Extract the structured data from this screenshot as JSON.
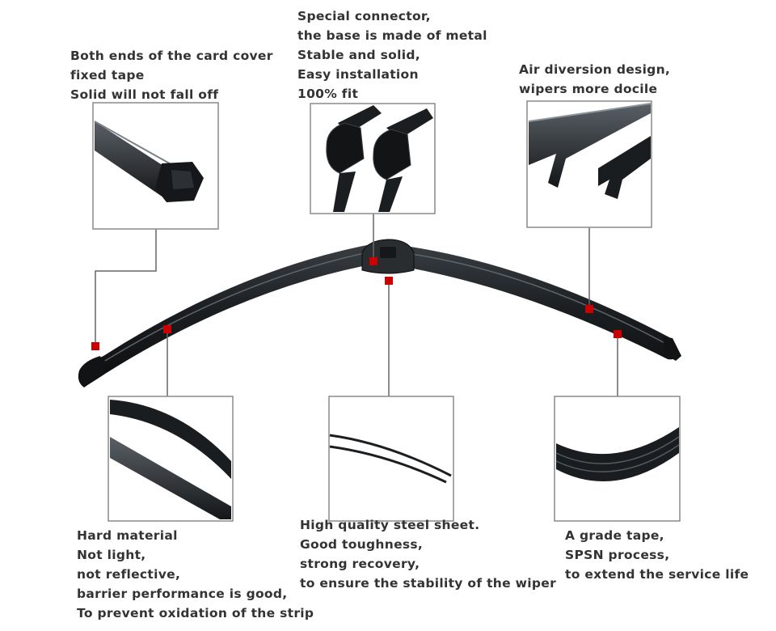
{
  "callouts": {
    "end_caps": {
      "lines": [
        "Both ends of the card cover",
        "fixed tape",
        "Solid will not fall off"
      ]
    },
    "connector": {
      "lines": [
        "Special connector,",
        "the base is made of metal",
        "Stable and solid,",
        "Easy installation",
        "100% fit"
      ]
    },
    "air_diversion": {
      "lines": [
        "Air diversion design,",
        "wipers more docile"
      ]
    },
    "hard_material": {
      "lines": [
        "Hard material",
        "Not light,",
        "not reflective,",
        "barrier performance is good,",
        "To prevent oxidation of the strip"
      ]
    },
    "steel_sheet": {
      "lines": [
        "High quality steel sheet.",
        "Good toughness,",
        "strong recovery,",
        "to ensure the stability of the wiper"
      ]
    },
    "tape": {
      "lines": [
        "A grade tape,",
        "SPSN process,",
        "to extend the service life"
      ]
    }
  },
  "colors": {
    "marker": "#cc0000",
    "blade": "#1c1f22",
    "frame": "#8a8a8a",
    "leader": "#666666",
    "text": "#333333"
  }
}
